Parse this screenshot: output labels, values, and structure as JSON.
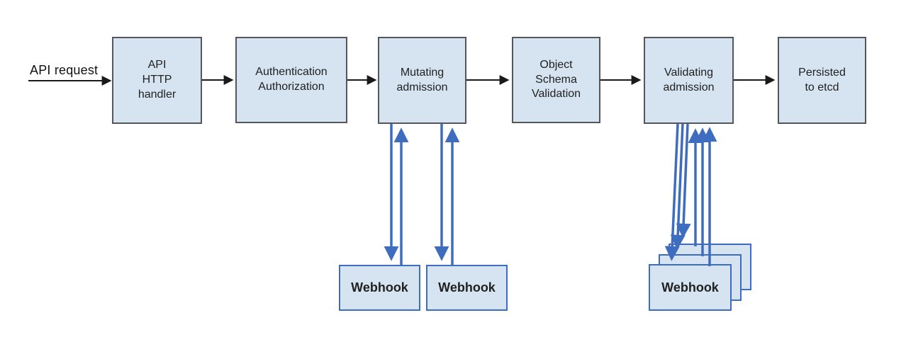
{
  "colors": {
    "node_fill": "#d6e4f2",
    "node_border": "#54565b",
    "webhook_border": "#3e6dbf",
    "arrow_blue": "#3e6dbf",
    "arrow_black": "#1a1a1a",
    "text": "#212121"
  },
  "flow": {
    "request_label": "API request",
    "nodes": [
      {
        "label": "API\nHTTP\nhandler"
      },
      {
        "label": "Authentication\nAuthorization"
      },
      {
        "label": "Mutating\nadmission"
      },
      {
        "label": "Object\nSchema\nValidation"
      },
      {
        "label": "Validating\nadmission"
      },
      {
        "label": "Persisted\nto etcd"
      }
    ],
    "mutating_webhooks": [
      {
        "label": "Webhook"
      },
      {
        "label": "Webhook"
      }
    ],
    "validating_webhooks": [
      {
        "label": "Webhook"
      },
      {
        "label": "Webhook"
      },
      {
        "label": "Webhook"
      }
    ]
  }
}
